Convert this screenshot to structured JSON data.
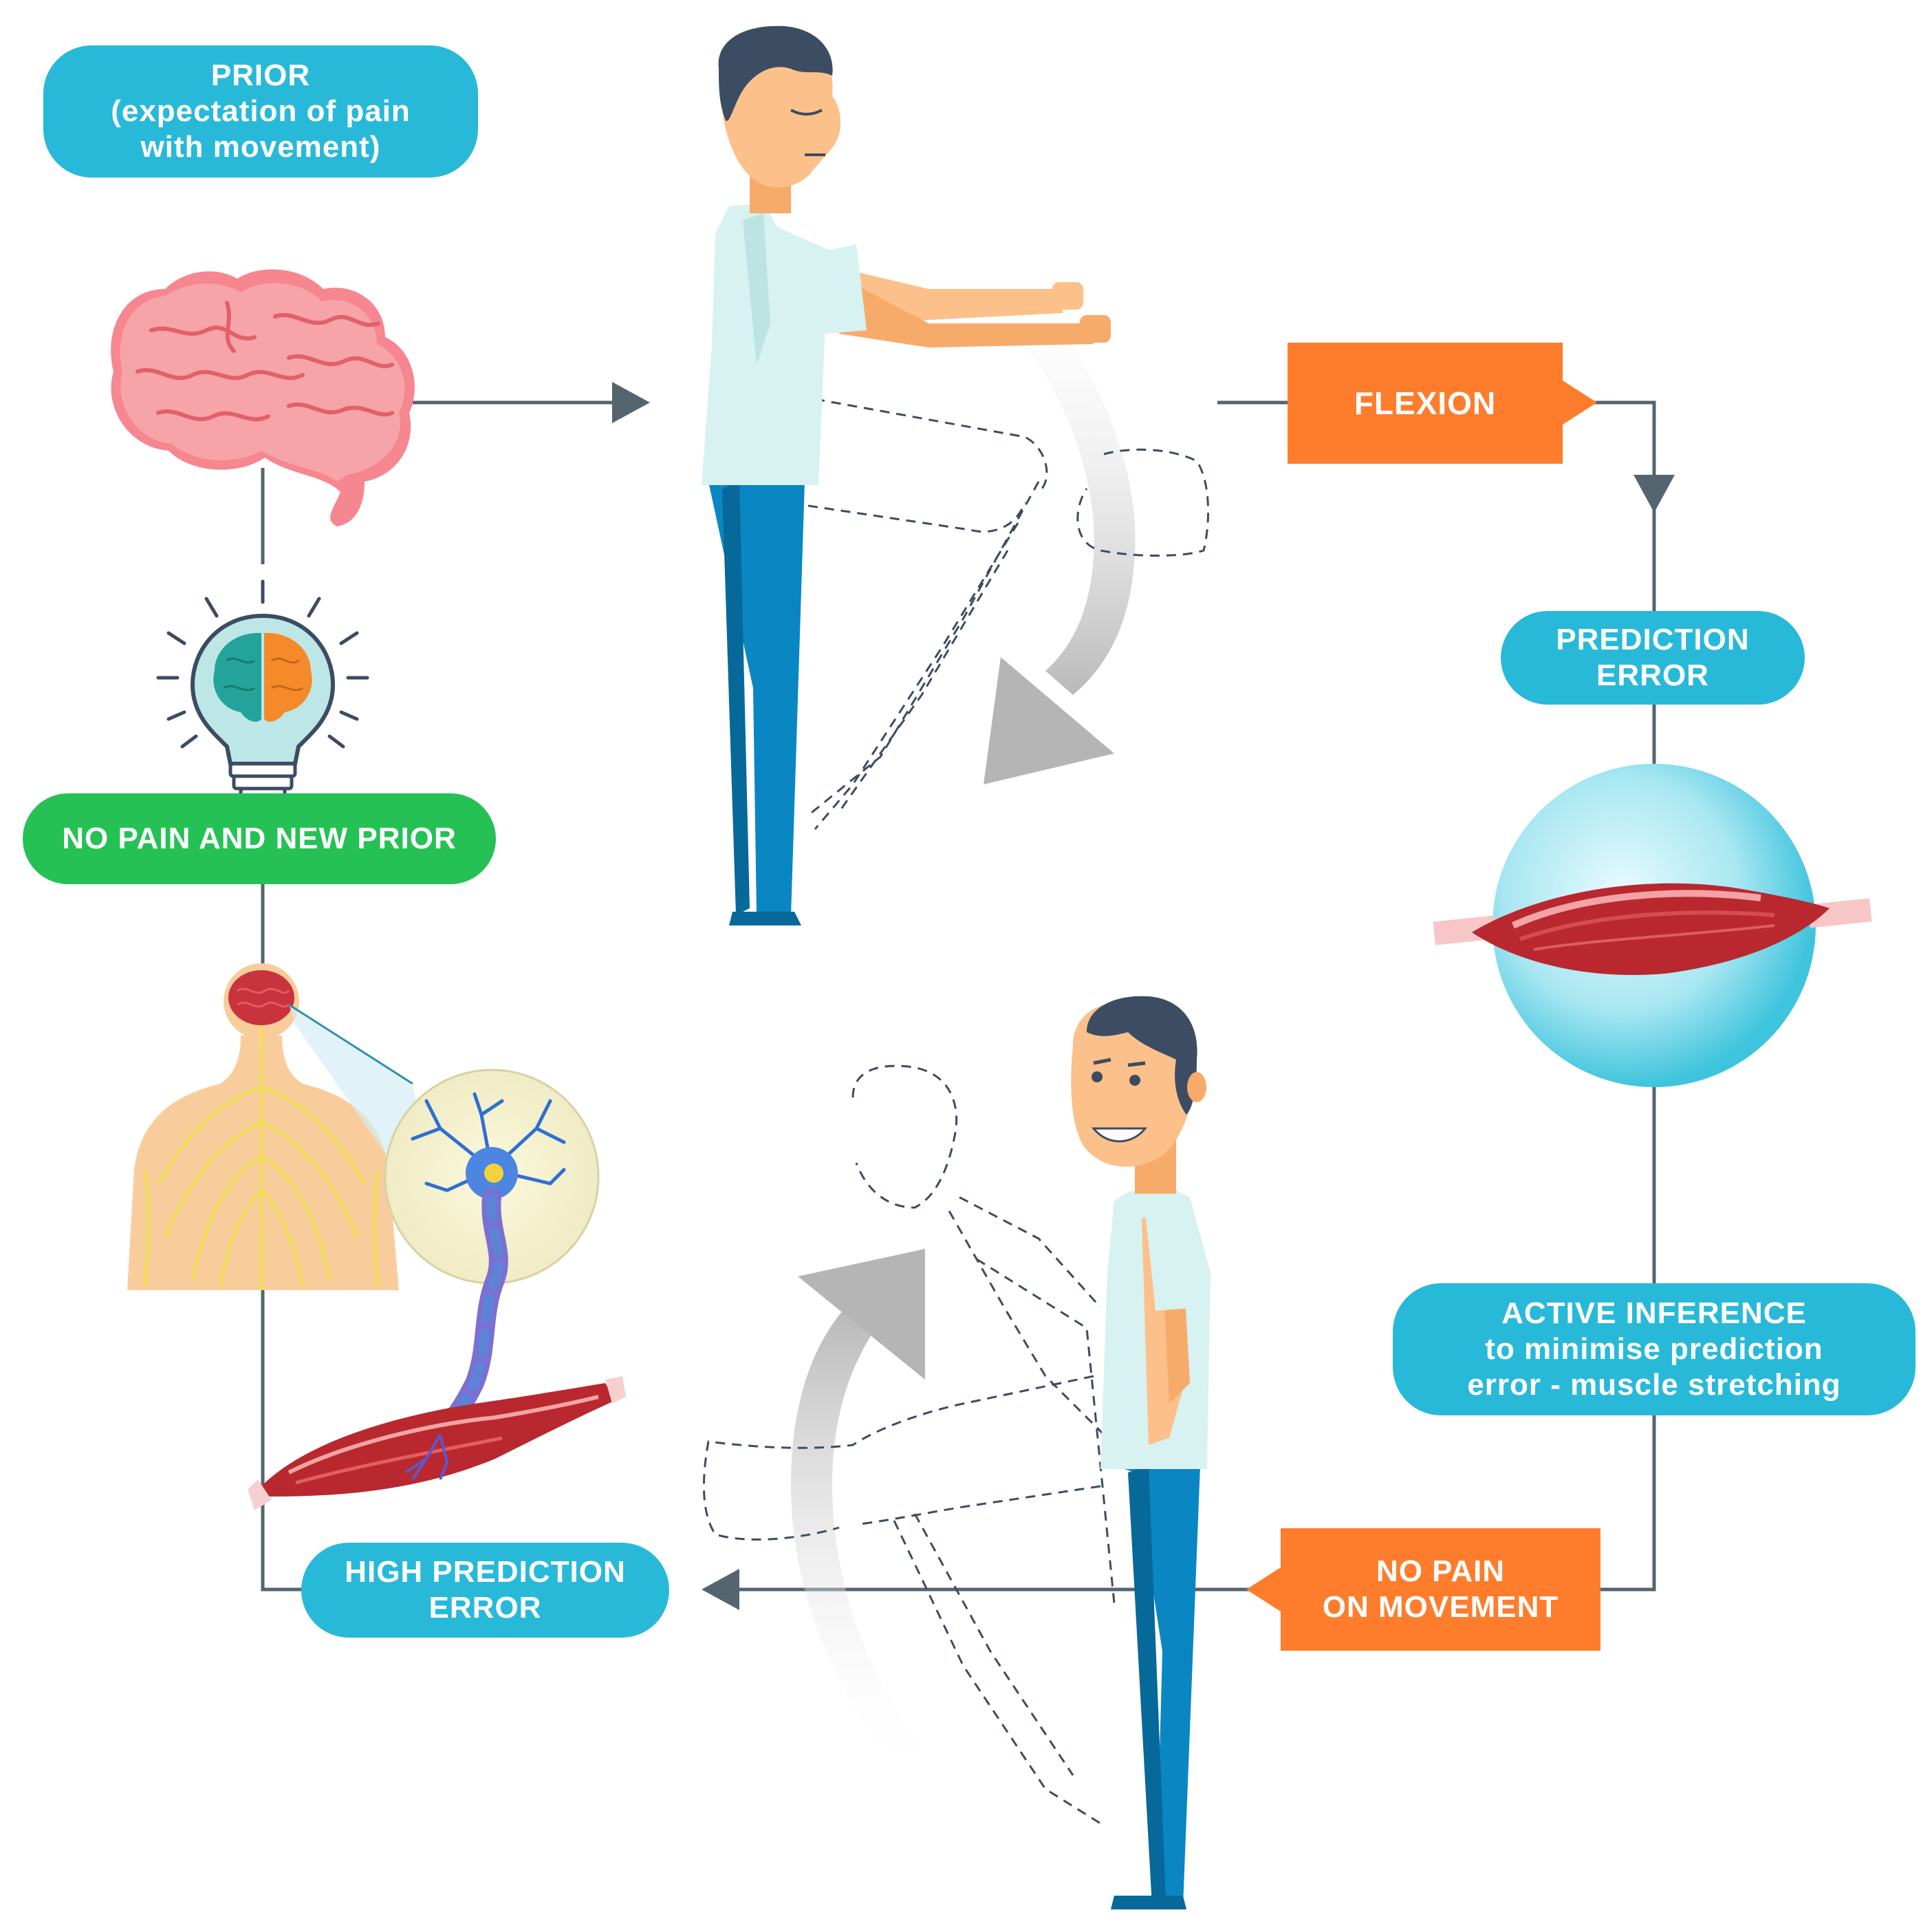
{
  "colors": {
    "connector": "#556570",
    "label_blue": "#28b9d9",
    "label_green": "#25c155",
    "label_orange": "#fd7d2c",
    "shirt": "#d8f1f1",
    "pants": "#0a86c3",
    "skin": "#fcc08a",
    "hair": "#3c4c62",
    "brain_pink": "#f57b8a",
    "muscle_red": "#b8282e",
    "nerve_yellow": "#f2e14a"
  },
  "labels": {
    "prior": [
      "PRIOR",
      "(expectation of pain",
      "with movement)"
    ],
    "no_pain_new_prior": "NO PAIN AND NEW PRIOR",
    "flexion": "FLEXION",
    "prediction_error": [
      "PREDICTION",
      "ERROR"
    ],
    "active_inference": [
      "ACTIVE INFERENCE",
      "to minimise prediction",
      "error - muscle stretching"
    ],
    "no_pain_on_movement": [
      "NO PAIN",
      "ON MOVEMENT"
    ],
    "high_prediction_error": [
      "HIGH PREDICTION",
      "ERROR"
    ]
  },
  "icons": [
    "brain-icon",
    "lightbulb-brain-icon",
    "nervous-system-icon",
    "neuron-icon",
    "muscle-icon",
    "muscle-globe-icon",
    "flexion-arrow-icon",
    "extension-arrow-icon"
  ]
}
